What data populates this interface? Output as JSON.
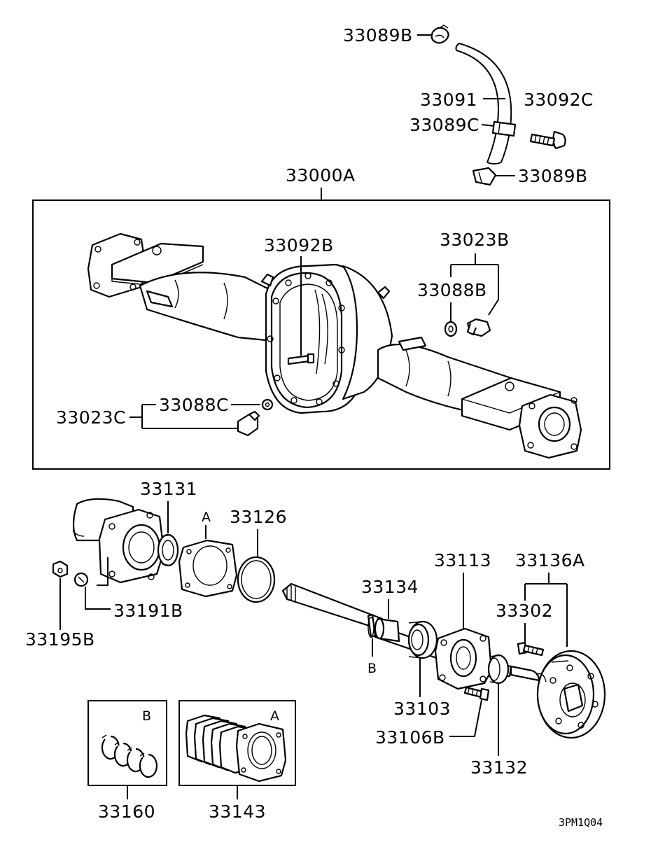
{
  "labels": {
    "p33089b_top": "33089B",
    "p33091": "33091",
    "p33092c": "33092C",
    "p33089c": "33089C",
    "p33089b_bot": "33089B",
    "p33000a": "33000A",
    "p33092b": "33092B",
    "p33023b": "33023B",
    "p33088b": "33088B",
    "p33088c": "33088C",
    "p33023c": "33023C",
    "p33131": "33131",
    "p33126": "33126",
    "p33113": "33113",
    "p33136a": "33136A",
    "p33134": "33134",
    "p33302": "33302",
    "p33191b": "33191B",
    "p33195b": "33195B",
    "p33103": "33103",
    "p33106b": "33106B",
    "p33132": "33132",
    "p33160": "33160",
    "p33143": "33143",
    "marker_a_1": "A",
    "marker_a_2": "A",
    "marker_b_1": "B",
    "marker_b_2": "B",
    "figure_code": "3PM1Q04"
  },
  "icons": [
    "hose-clamp-icon",
    "breather-hose-icon",
    "breather-plug-icon",
    "axle-housing-icon",
    "bolt-icon",
    "gasket-icon",
    "oil-seal-icon",
    "axle-shaft-icon",
    "bearing-icon",
    "retainer-icon",
    "brake-drum-hub-icon",
    "snap-ring-set-icon",
    "shim-set-icon",
    "drain-plug-icon",
    "washer-icon",
    "nut-icon"
  ]
}
